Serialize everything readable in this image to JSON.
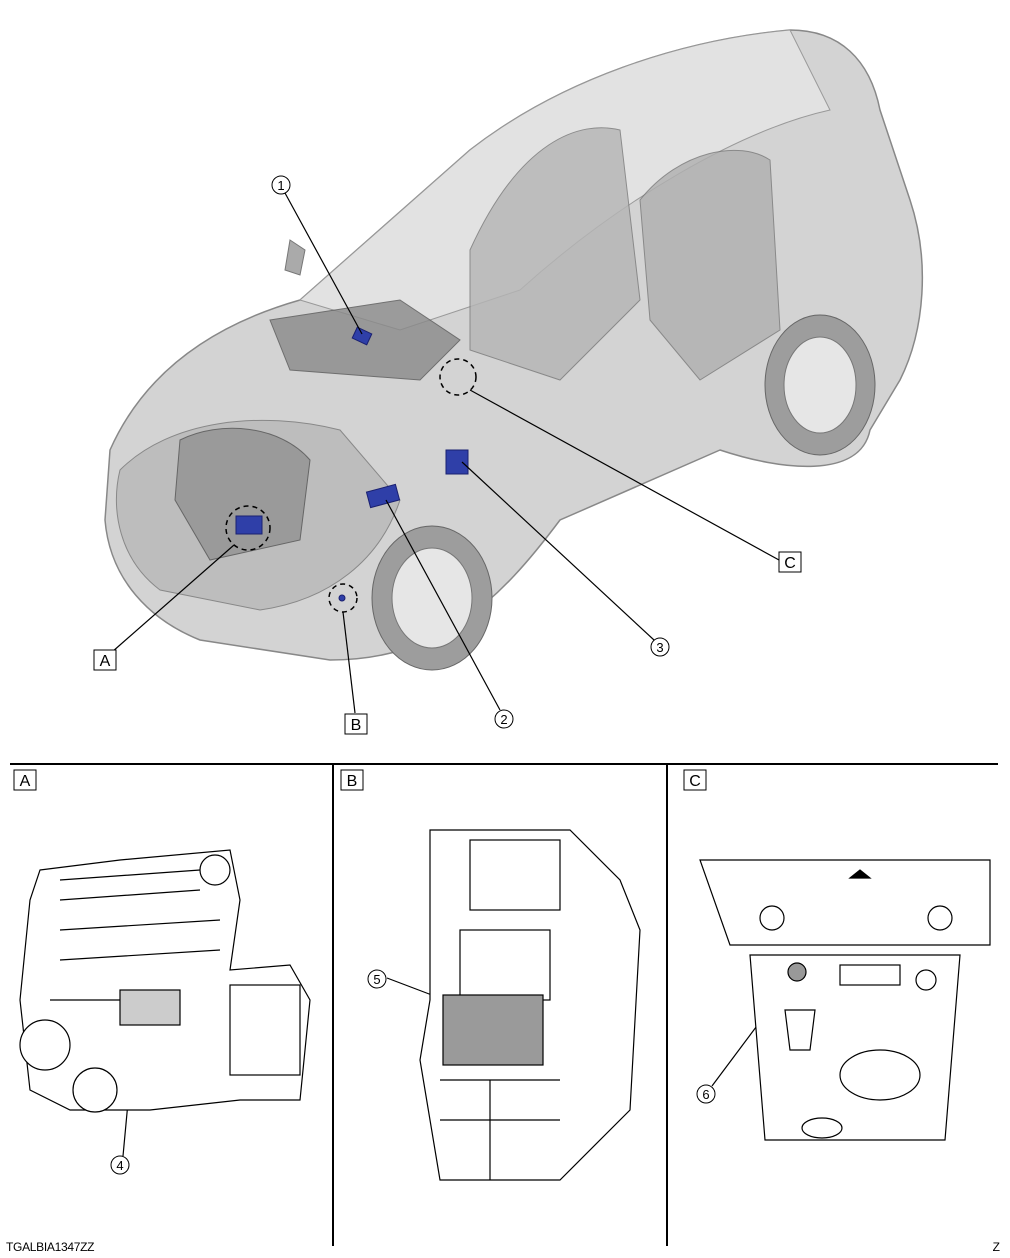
{
  "callouts": {
    "c1": "1",
    "c2": "2",
    "c3": "3",
    "c4": "4",
    "c5": "5",
    "c6": "6"
  },
  "views": {
    "a": "A",
    "b": "B",
    "c": "C"
  },
  "figure_code": "TGALBIA1347ZZ",
  "corner_mark": "Z",
  "colors": {
    "component": "#2f3fa8",
    "body": "#c9c9c9",
    "line": "#000000"
  }
}
